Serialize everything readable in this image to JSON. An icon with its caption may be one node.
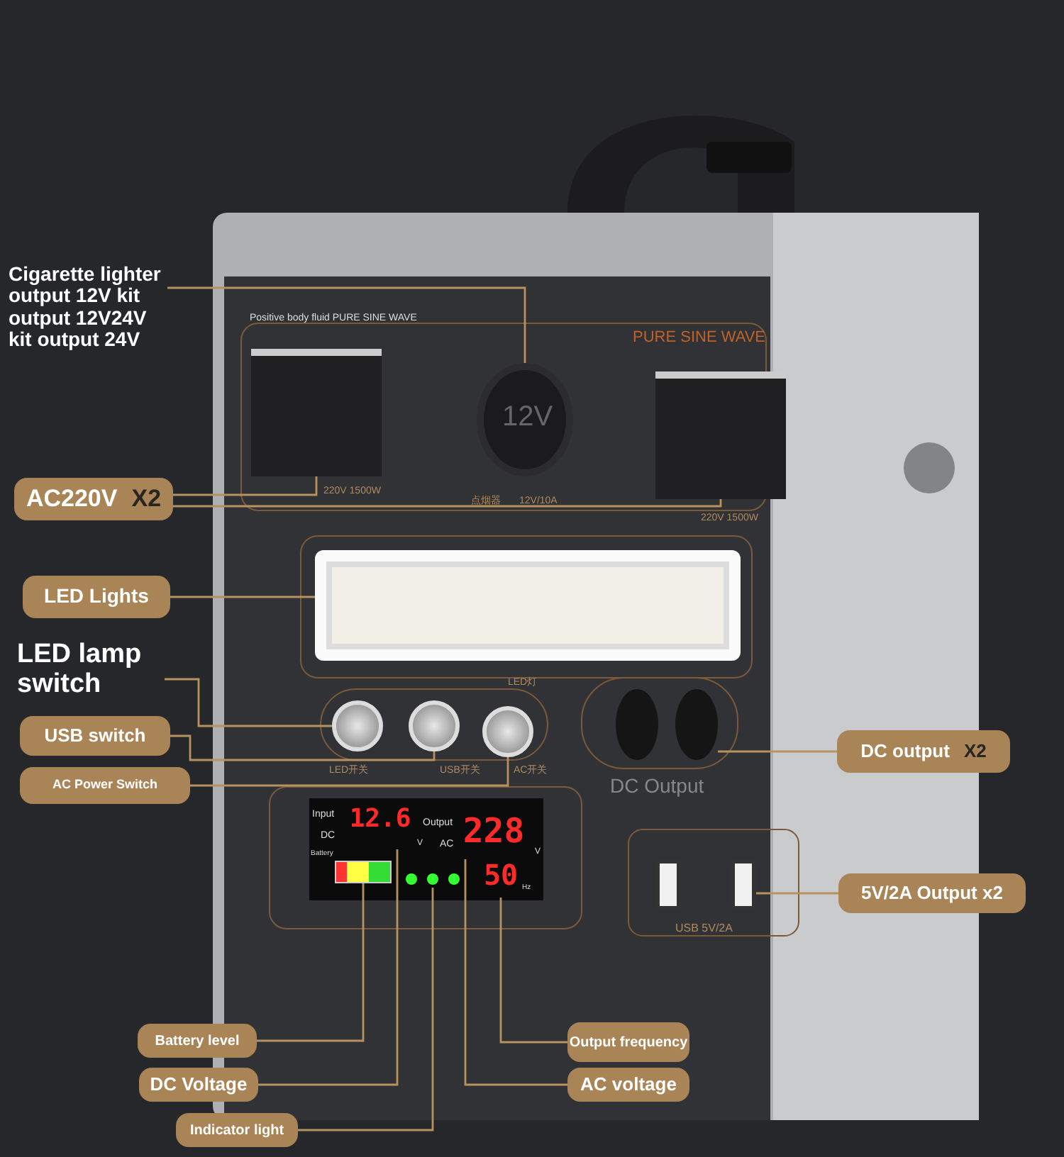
{
  "diagram": {
    "nodes": [
      {
        "text": [
          "Cigarette lighter output 12V kit output 12V24V kit output 24V"
        ]
      },
      {
        "text": [],
        "shape": "circle",
        "beside": [
          "点烟器",
          "12V/10A"
        ]
      },
      {
        "text": [
          "AC220V",
          "X2"
        ]
      },
      {
        "text": [],
        "shape": "box",
        "beside": [
          "Positive body fluid PURE SINE WAVE",
          "220V 1500W"
        ]
      },
      {
        "text": [],
        "shape": "box",
        "beside": [
          "PURE SINE WAVE",
          "220V 1500W"
        ]
      },
      {
        "text": [
          "LED Lights"
        ]
      },
      {
        "text": [],
        "shape": "box",
        "beside": [
          "LED灯"
        ]
      },
      {
        "text": [
          "LED lamp switch"
        ]
      },
      {
        "text": [
          "USB switch"
        ]
      },
      {
        "text": [
          "AC Power Switch"
        ]
      },
      {
        "text": [],
        "shape": "circle",
        "beside": [
          "LED开关"
        ]
      },
      {
        "text": [],
        "shape": "circle",
        "beside": [
          "USB开关"
        ]
      },
      {
        "text": [],
        "shape": "circle",
        "beside": [
          "AC开关"
        ]
      },
      {
        "text": [
          "DC output",
          "X2"
        ]
      },
      {
        "text": [],
        "shape": "circle"
      },
      {
        "text": [],
        "shape": "circle"
      },
      {
        "text": [
          "5V/2A Output x2"
        ]
      },
      {
        "text": [],
        "shape": "box"
      },
      {
        "text": [],
        "shape": "box"
      },
      {
        "text": [],
        "shape": "bar"
      },
      {
        "text": [
          "12.6"
        ]
      },
      {
        "text": [],
        "shape": "circle"
      },
      {
        "text": [
          "228"
        ]
      },
      {
        "text": [
          "50"
        ]
      },
      {
        "text": [
          "Battery level"
        ]
      },
      {
        "text": [
          "DC Voltage"
        ]
      },
      {
        "text": [
          "Indicator light"
        ]
      },
      {
        "text": [
          "Output frequency"
        ]
      },
      {
        "text": [
          "AC voltage"
        ]
      }
    ],
    "edges": [
      {
        "from": 0,
        "to": 1,
        "arrow": "none"
      },
      {
        "from": 2,
        "to": 3,
        "arrow": "none"
      },
      {
        "from": 2,
        "to": 4,
        "arrow": "none"
      },
      {
        "from": 5,
        "to": 6,
        "arrow": "none"
      },
      {
        "from": 7,
        "to": 10,
        "arrow": "none"
      },
      {
        "from": 8,
        "to": 11,
        "arrow": "none"
      },
      {
        "from": 9,
        "to": 12,
        "arrow": "none"
      },
      {
        "from": 13,
        "to": 15,
        "arrow": "none"
      },
      {
        "from": 16,
        "to": 18,
        "arrow": "none"
      },
      {
        "from": 24,
        "to": 19,
        "arrow": "none"
      },
      {
        "from": 25,
        "to": 20,
        "arrow": "none"
      },
      {
        "from": 26,
        "to": 21,
        "arrow": "none"
      },
      {
        "from": 27,
        "to": 23,
        "arrow": "none"
      },
      {
        "from": 28,
        "to": 22,
        "arrow": "none"
      }
    ],
    "labels": [
      "12V",
      "DC Output",
      "Input",
      "DC",
      "V",
      "Output",
      "AC",
      "V",
      "Battery",
      "Hz",
      "USB 5V/2A"
    ]
  }
}
